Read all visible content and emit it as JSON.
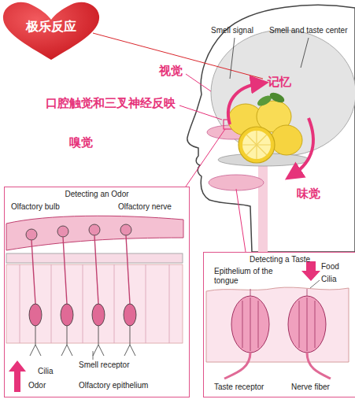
{
  "diagram": {
    "nodes": [
      {
        "text": [
          "极乐反应"
        ]
      },
      {
        "text": [
          "Detecting an Odor"
        ]
      },
      {
        "text": [
          "Detecting a Taste"
        ]
      }
    ],
    "labels": [
      "Smell signal",
      "Smell and taste center",
      "视觉",
      "记忆",
      "口腔触觉和三叉神经反映",
      "嗅觉",
      "味觉",
      "Olfactory bulb",
      "Olfactory nerve",
      "Cilia",
      "Smell receptor",
      "Odor",
      "Olfactory epithelium",
      "Epithelium of the tongue",
      "Food",
      "Cilia",
      "Taste receptor",
      "Nerve fiber"
    ]
  }
}
